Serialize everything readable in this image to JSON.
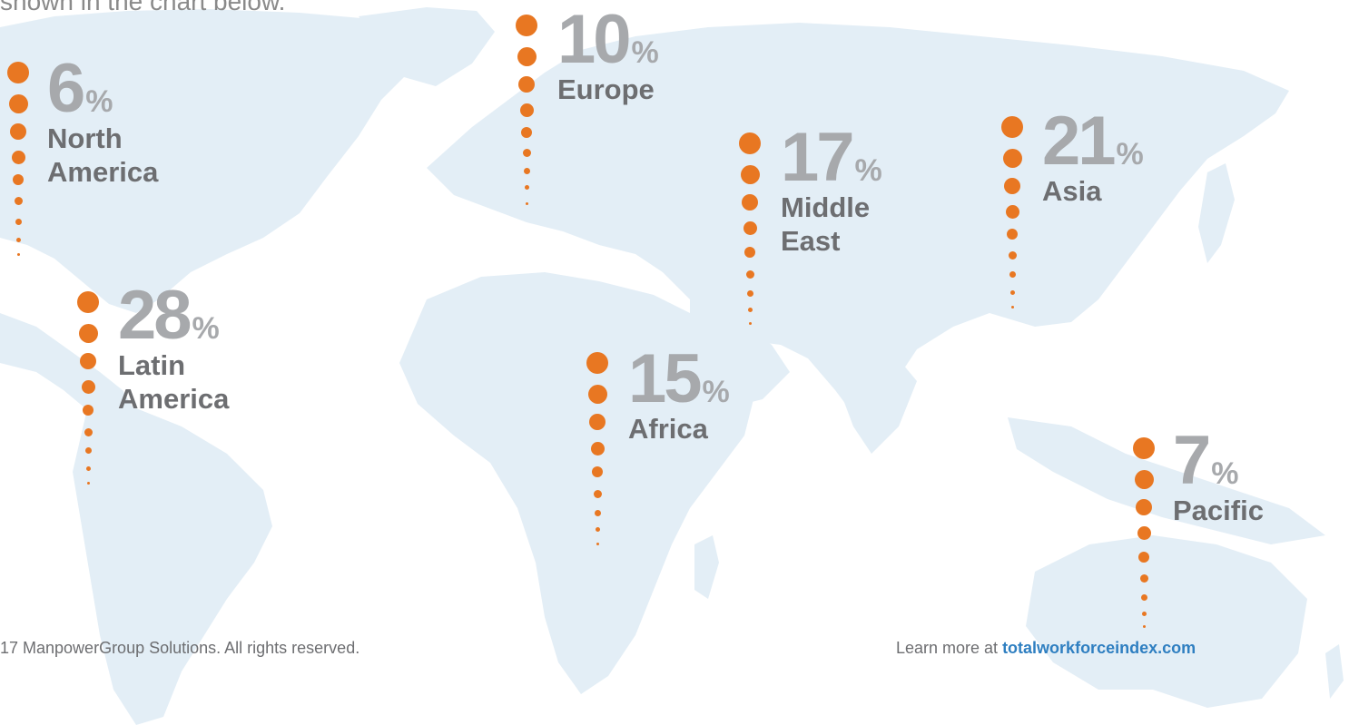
{
  "intro_text": "shown in the chart below.",
  "colors": {
    "dot": "#e87722",
    "percent": "#a7a9ac",
    "region_name": "#6d6e71",
    "land": "#e3eef6",
    "link": "#2f7fc1"
  },
  "percent_symbol": "%",
  "regions": [
    {
      "id": "north-america",
      "name_lines": [
        "North",
        "America"
      ],
      "percent": 6,
      "percent_label": "6"
    },
    {
      "id": "europe",
      "name_lines": [
        "Europe"
      ],
      "percent": 10,
      "percent_label": "10"
    },
    {
      "id": "middle-east",
      "name_lines": [
        "Middle",
        "East"
      ],
      "percent": 17,
      "percent_label": "17"
    },
    {
      "id": "asia",
      "name_lines": [
        "Asia"
      ],
      "percent": 21,
      "percent_label": "21"
    },
    {
      "id": "latin-america",
      "name_lines": [
        "Latin",
        "America"
      ],
      "percent": 28,
      "percent_label": "28"
    },
    {
      "id": "africa",
      "name_lines": [
        "Africa"
      ],
      "percent": 15,
      "percent_label": "15"
    },
    {
      "id": "pacific",
      "name_lines": [
        "Pacific"
      ],
      "percent": 7,
      "percent_label": "7"
    }
  ],
  "footer": {
    "copyright": "17 ManpowerGroup Solutions. All rights reserved.",
    "learn_more_prefix": "Learn more at ",
    "learn_more_link": "totalworkforceindex.com"
  }
}
